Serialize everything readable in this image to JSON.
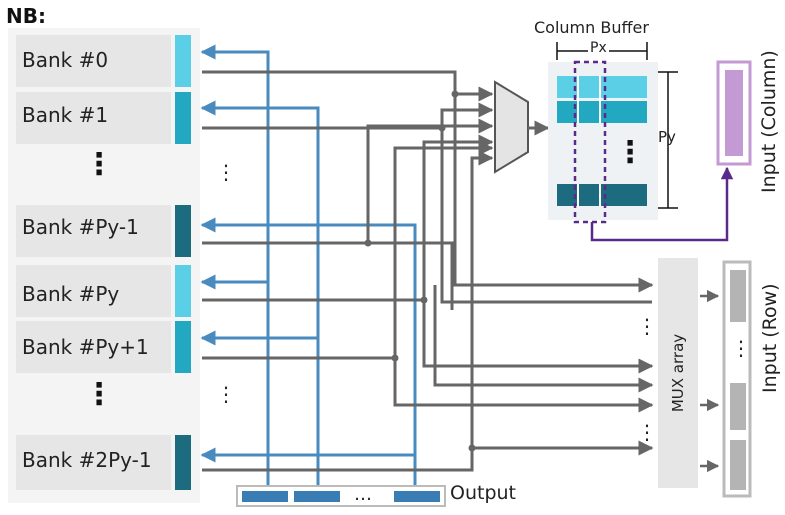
{
  "title": "NB:",
  "banks": [
    {
      "label": "Bank #0",
      "color": "#5bcfe6"
    },
    {
      "label": "Bank #1",
      "color": "#22a8c0"
    },
    {
      "label": "Bank #Py-1",
      "color": "#1c6b7e"
    },
    {
      "label": "Bank #Py",
      "color": "#5bcfe6"
    },
    {
      "label": "Bank #Py+1",
      "color": "#22a8c0"
    },
    {
      "label": "Bank #2Py-1",
      "color": "#1c6b7e"
    }
  ],
  "ellipsis": "⋮",
  "dots": "…",
  "column_buffer": {
    "title": "Column Buffer",
    "px": "Px",
    "py": "Py"
  },
  "mux_array": "MUX array",
  "output": "Output",
  "input_column": "Input (Column)",
  "input_row": "Input (Row)",
  "colors": {
    "wire": "#666666",
    "output_wire": "#4a8bbf",
    "output_cell": "#3a7db5",
    "highlight": "#5a2a8a",
    "input_column": "#c39ad3",
    "input_row": "#b4b4b4"
  }
}
